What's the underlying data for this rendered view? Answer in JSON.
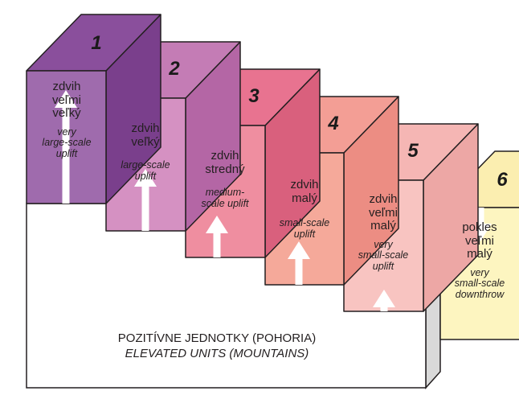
{
  "colors": {
    "block1": {
      "front": "#9f6bad",
      "top": "#8a4f9c",
      "side": "#7a3f8c"
    },
    "block2": {
      "front": "#d591c2",
      "top": "#c47cb5",
      "side": "#b466a5"
    },
    "block3": {
      "front": "#ef8ea0",
      "top": "#e87390",
      "side": "#d9607d"
    },
    "block4": {
      "front": "#f5a99a",
      "top": "#f39e95",
      "side": "#ec8d83"
    },
    "block5": {
      "front": "#f8c4c1",
      "top": "#f5b6b4",
      "side": "#eda7a5"
    },
    "block6": {
      "front": "#fdf5c0",
      "top": "#fbeeb0",
      "side": "#f0e2a0"
    },
    "arrow": "#ffffff",
    "outline": "#231f20"
  },
  "blocks": [
    {
      "number": "1",
      "sk_lines": [
        "zdvih",
        "veľmi",
        "veľký"
      ],
      "en_lines": [
        "very",
        "large-scale",
        "uplift"
      ]
    },
    {
      "number": "2",
      "sk_lines": [
        "zdvih",
        "veľký"
      ],
      "en_lines": [
        "large-scale",
        "uplift"
      ]
    },
    {
      "number": "3",
      "sk_lines": [
        "zdvih",
        "stredný"
      ],
      "en_lines": [
        "medium-",
        "scale uplift"
      ]
    },
    {
      "number": "4",
      "sk_lines": [
        "zdvih",
        "malý"
      ],
      "en_lines": [
        "small-scale",
        "uplift"
      ]
    },
    {
      "number": "5",
      "sk_lines": [
        "zdvih",
        "veľmi",
        "malý"
      ],
      "en_lines": [
        "very",
        "small-scale",
        "uplift"
      ]
    },
    {
      "number": "6",
      "sk_lines": [
        "pokles",
        "veľmi",
        "malý"
      ],
      "en_lines": [
        "very",
        "small-scale",
        "downthrow"
      ]
    }
  ],
  "caption": {
    "line1": "POZITÍVNE JEDNOTKY (POHORIA)",
    "line2": "ELEVATED UNITS (MOUNTAINS)"
  }
}
